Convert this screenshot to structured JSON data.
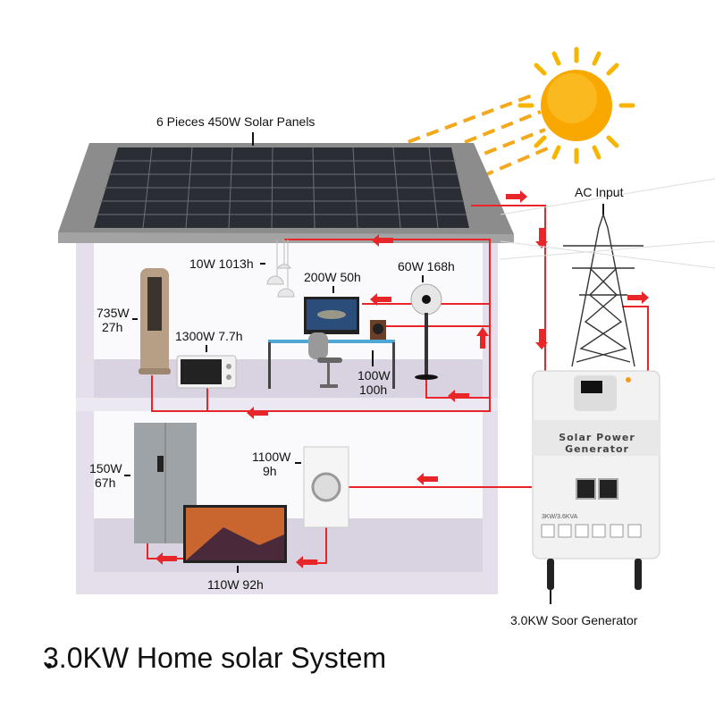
{
  "title": "3.0KW Home solar System",
  "labels": {
    "solar_panels": "6 Pieces 450W Solar Panels",
    "ac_input": "AC Input",
    "generator_caption": "3.0KW Soor Generator",
    "lights": "10W 1013h",
    "computer": "200W 50h",
    "fan": "60W 168h",
    "air_cooler_w": "735W",
    "air_cooler_h": "27h",
    "microwave": "1300W 7.7h",
    "speaker_w": "100W",
    "speaker_h": "100h",
    "fridge_w": "150W",
    "fridge_h": "67h",
    "washer_w": "1100W",
    "washer_h": "9h",
    "tv": "110W 92h"
  },
  "generator": {
    "name": "Solar Power Generator",
    "model": "3KW/3.6KVA"
  },
  "colors": {
    "wire": "#e8262a",
    "sun": "#f7a600",
    "interior": "#e9e4ef",
    "roof": "#8a8a8a"
  }
}
